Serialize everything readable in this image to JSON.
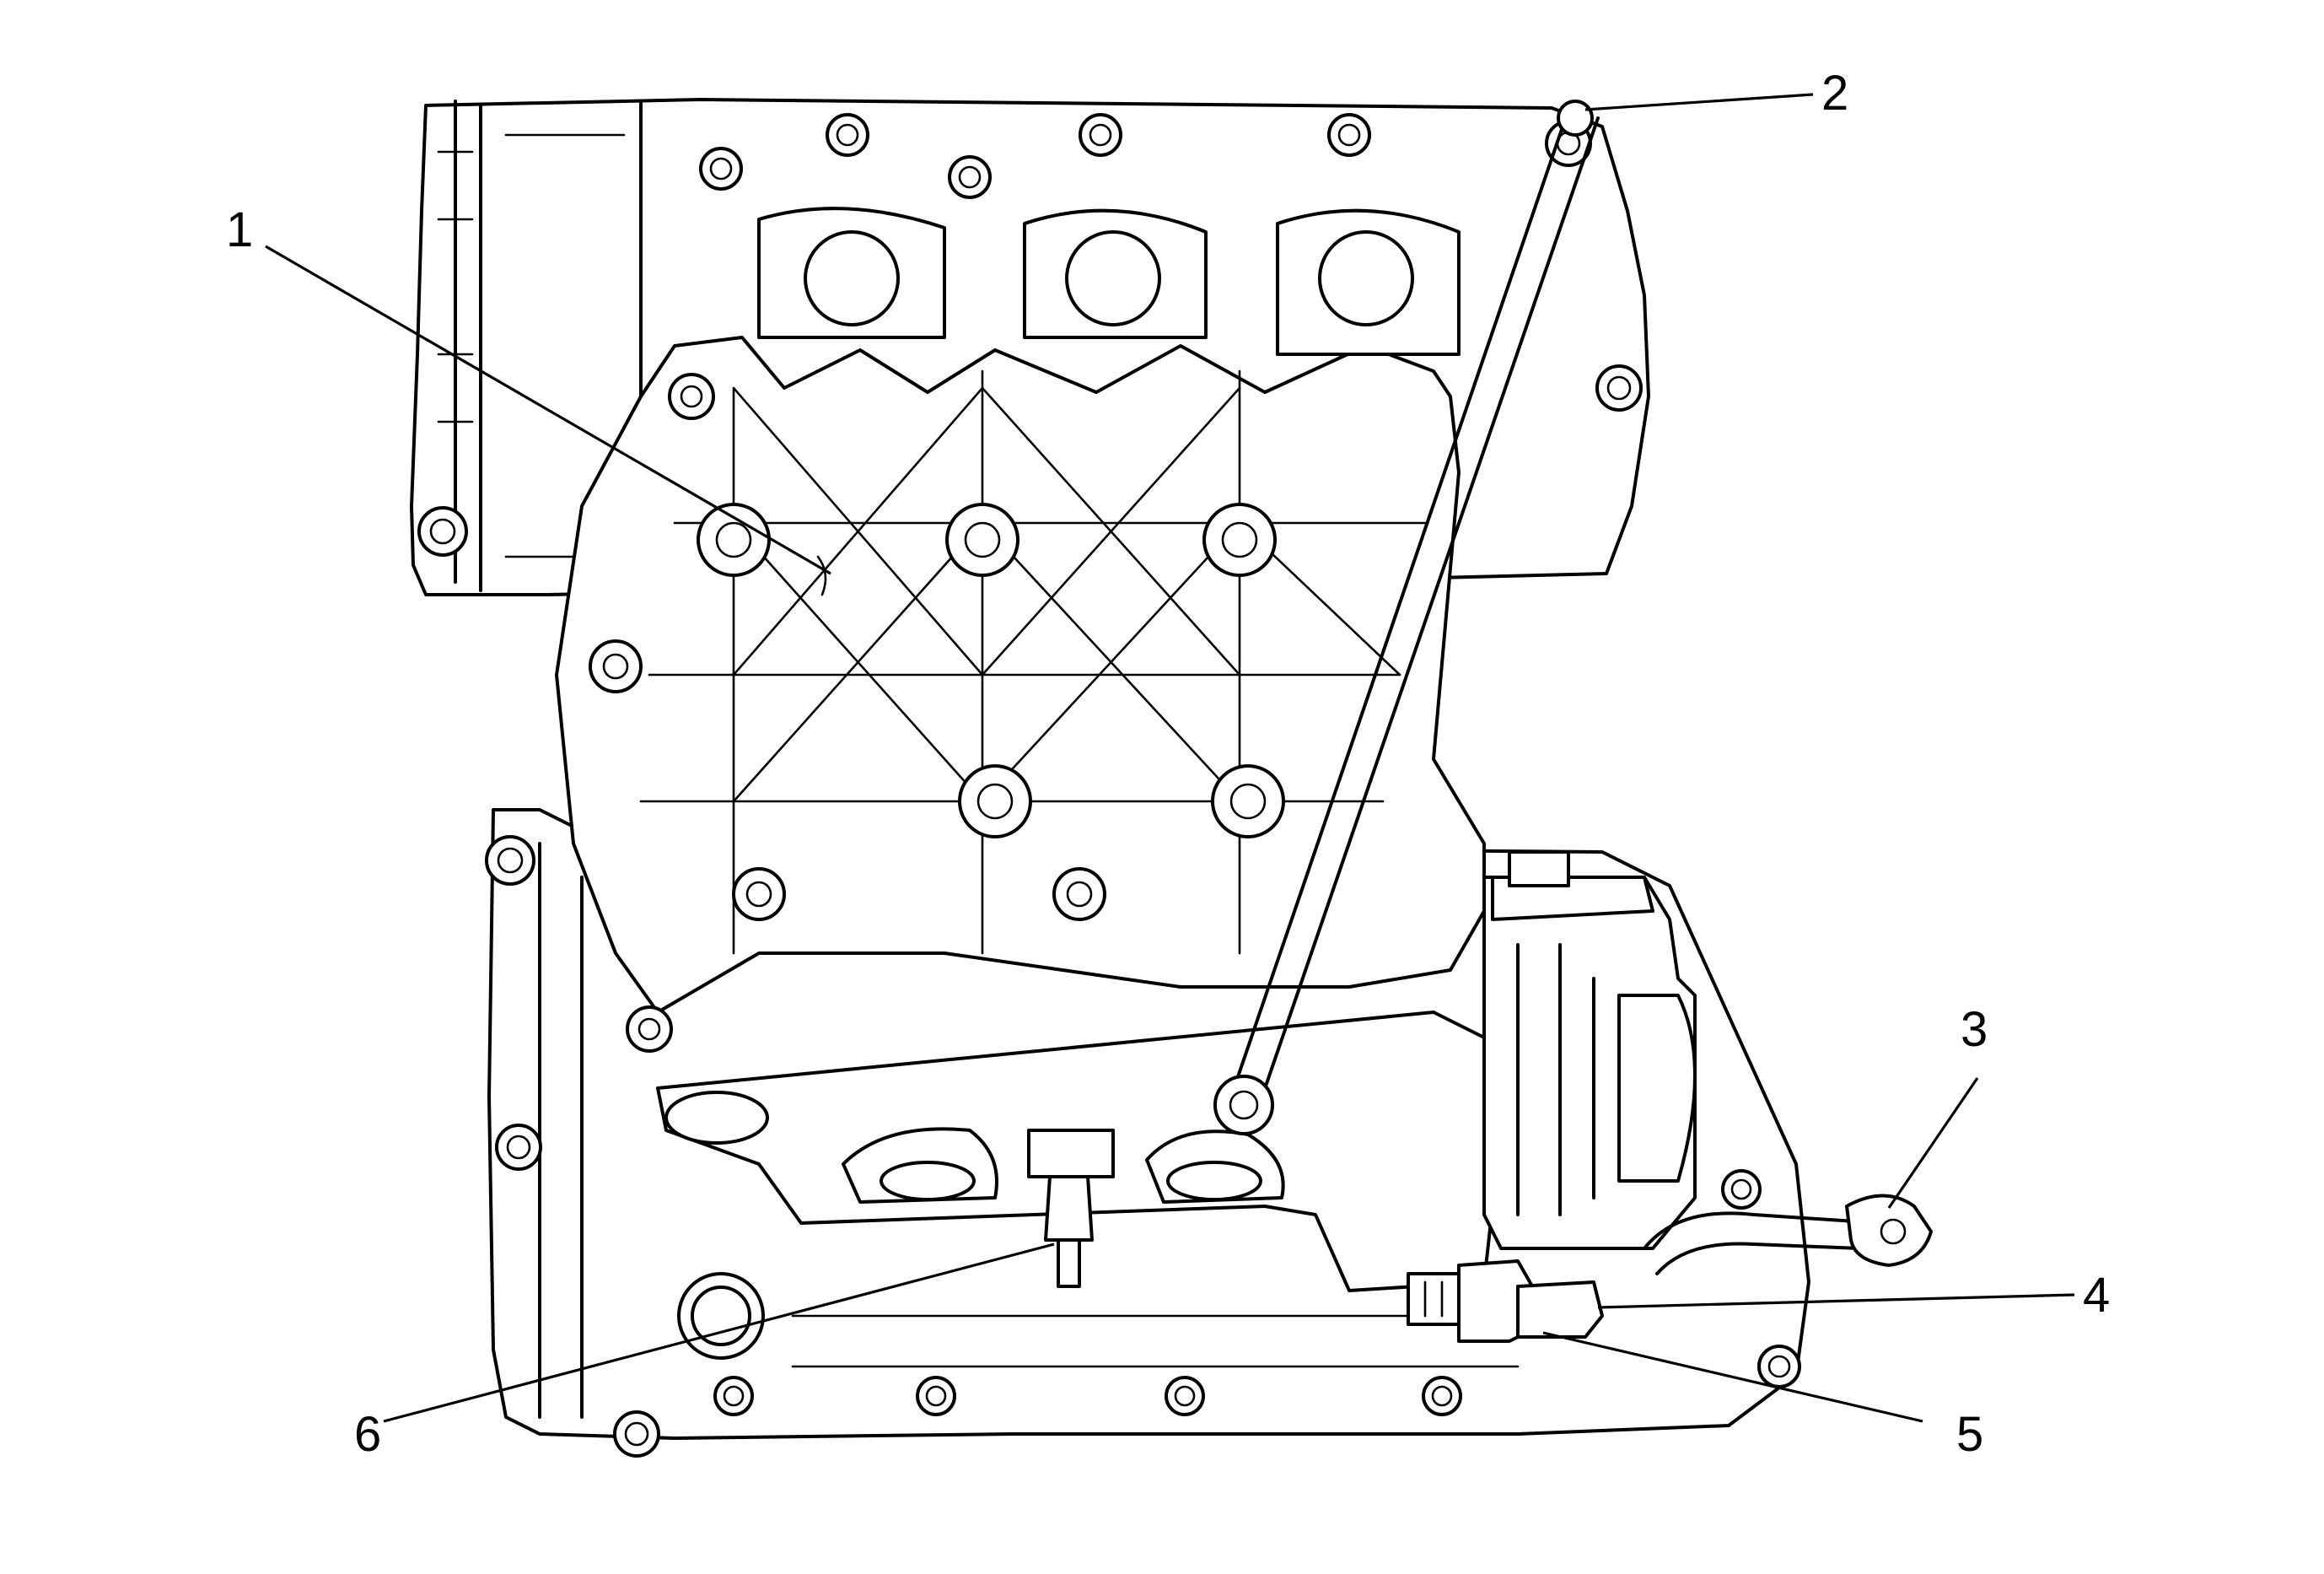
{
  "diagram": {
    "callouts": [
      {
        "id": "callout-1",
        "label": "1"
      },
      {
        "id": "callout-2",
        "label": "2"
      },
      {
        "id": "callout-3",
        "label": "3"
      },
      {
        "id": "callout-4",
        "label": "4"
      },
      {
        "id": "callout-5",
        "label": "5"
      },
      {
        "id": "callout-6",
        "label": "6"
      }
    ],
    "colors": {
      "line": "#000000",
      "background": "#ffffff"
    }
  }
}
